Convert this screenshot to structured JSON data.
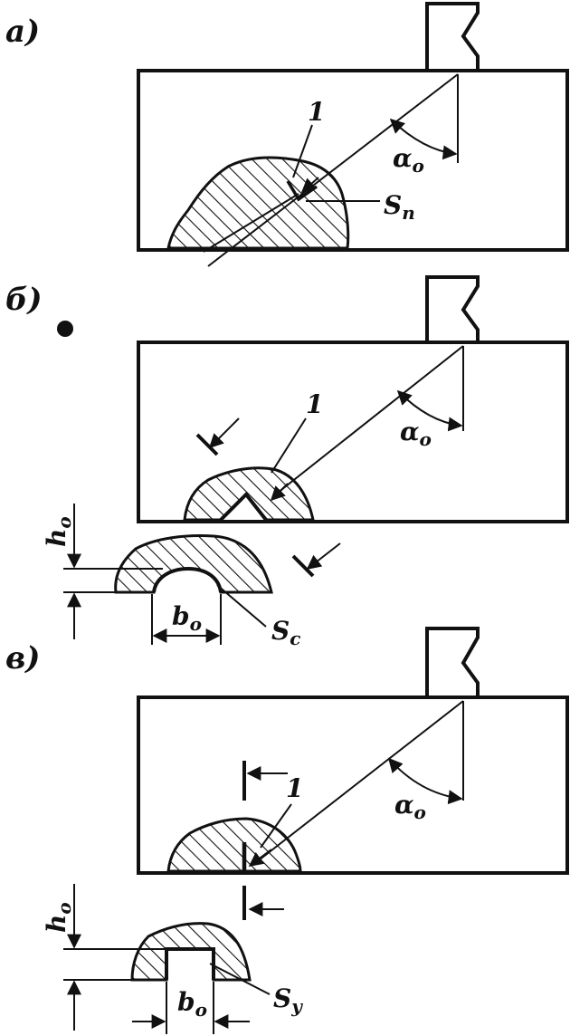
{
  "panels": [
    {
      "id": "a",
      "label": "а)",
      "element": "1",
      "angle": "α",
      "angle_sub": "o",
      "defect": "S",
      "defect_sub": "n"
    },
    {
      "id": "b",
      "label": "б)",
      "element": "1",
      "angle": "α",
      "angle_sub": "o",
      "defect": "S",
      "defect_sub": "c",
      "height": "h",
      "height_sub": "o",
      "width": "b",
      "width_sub": "o"
    },
    {
      "id": "v",
      "label": "в)",
      "element": "1",
      "angle": "α",
      "angle_sub": "o",
      "defect": "S",
      "defect_sub": "y",
      "height": "h",
      "height_sub": "o",
      "width": "b",
      "width_sub": "o"
    }
  ],
  "colors": {
    "ink": "#111111",
    "background": "#ffffff"
  }
}
